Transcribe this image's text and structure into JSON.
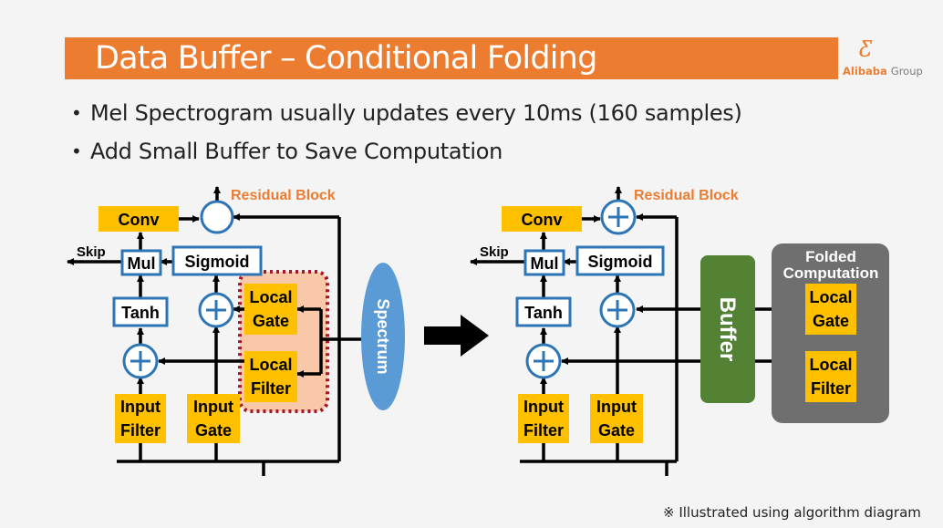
{
  "title": "Data Buffer – Conditional Folding",
  "logo": {
    "mark": "Ƹ",
    "brand": "Alibaba",
    "group": "Group"
  },
  "bullets": [
    "Mel Spectrogram usually updates every 10ms (160 samples)",
    "Add Small Buffer to Save Computation"
  ],
  "left_diagram": {
    "residual_block": "Residual Block",
    "conv": "Conv",
    "skip": "Skip",
    "mul": "Mul",
    "sigmoid": "Sigmoid",
    "tanh": "Tanh",
    "local_gate": [
      "Local",
      "Gate"
    ],
    "local_filter": [
      "Local",
      "Filter"
    ],
    "input_filter": [
      "Input",
      "Filter"
    ],
    "input_gate": [
      "Input",
      "Gate"
    ],
    "spectrum": "Spectrum"
  },
  "right_diagram": {
    "residual_block": "Residual Block",
    "conv": "Conv",
    "skip": "Skip",
    "mul": "Mul",
    "sigmoid": "Sigmoid",
    "tanh": "Tanh",
    "input_filter": [
      "Input",
      "Filter"
    ],
    "input_gate": [
      "Input",
      "Gate"
    ],
    "buffer": "Buffer",
    "folded": [
      "Folded",
      "Computation"
    ],
    "local_gate": [
      "Local",
      "Gate"
    ],
    "local_filter": [
      "Local",
      "Filter"
    ]
  },
  "footnote": "※ Illustrated using algorithm diagram",
  "colors": {
    "orange": "#ec7c30",
    "block_yellow": "#ffc000",
    "box_blue": "#2e75b6",
    "spectrum_blue": "#5b9bd5",
    "buffer_green": "#548235",
    "folded_gray": "#6f6f6f",
    "dashed_red": "#a5152b"
  }
}
